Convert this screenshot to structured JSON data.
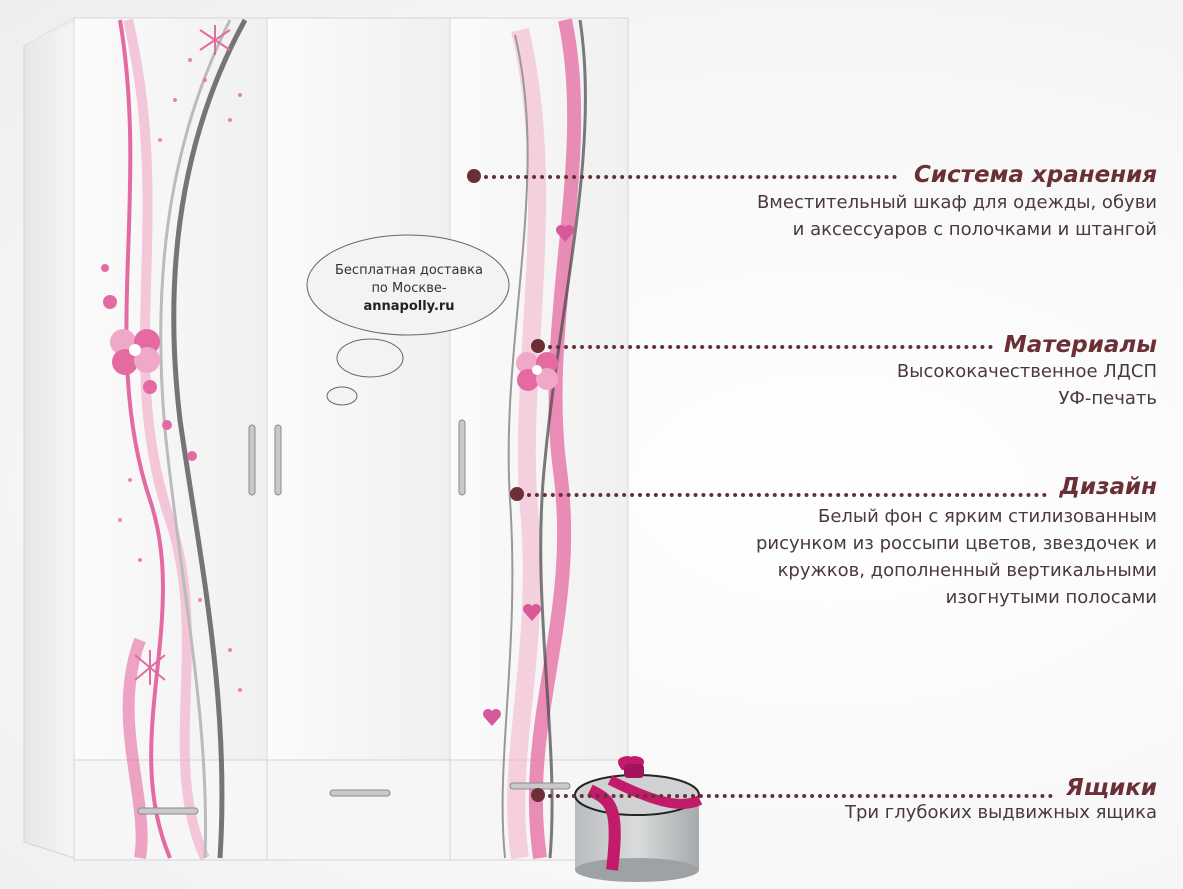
{
  "bubble": {
    "line1": "Бесплатная доставка",
    "line2": "по Москве-",
    "line3": "annapolly.ru"
  },
  "callouts": [
    {
      "title": "Система хранения",
      "lines": [
        "Вместительный шкаф для одежды, обуви",
        "и аксессуаров с полочками и штангой"
      ]
    },
    {
      "title": "Материалы",
      "lines": [
        "Высококачественное ЛДСП",
        "УФ-печать"
      ]
    },
    {
      "title": "Дизайн",
      "lines": [
        "Белый фон с ярким стилизованным",
        "рисунком из россыпи цветов, звездочек и",
        "кружков, дополненный вертикальными",
        "изогнутыми полосами"
      ]
    },
    {
      "title": "Ящики",
      "lines": [
        "Три глубоких выдвижных ящика"
      ]
    }
  ],
  "colors": {
    "accent": "#6b2f36",
    "pink": "#e06a9e",
    "magenta": "#c81e6e"
  }
}
